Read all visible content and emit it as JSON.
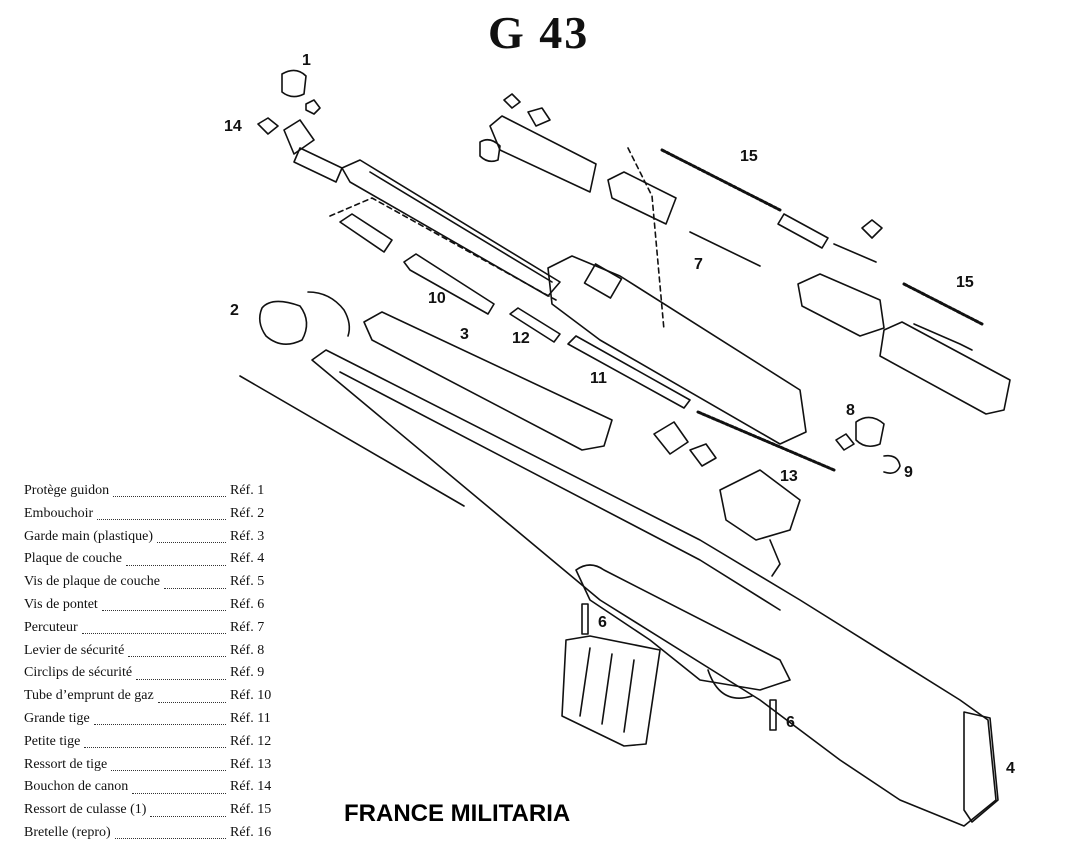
{
  "title": "G 43",
  "brand": "FRANCE MILITARIA",
  "callouts": [
    "1",
    "14",
    "15",
    "7",
    "15",
    "2",
    "10",
    "3",
    "12",
    "11",
    "8",
    "13",
    "9",
    "6",
    "6",
    "4"
  ],
  "legend": [
    {
      "name": "Protège guidon",
      "ref": "Réf. 1"
    },
    {
      "name": "Embouchoir",
      "ref": "Réf. 2"
    },
    {
      "name": "Garde main (plastique)",
      "ref": "Réf. 3"
    },
    {
      "name": "Plaque de couche",
      "ref": "Réf. 4"
    },
    {
      "name": "Vis de plaque de couche",
      "ref": "Réf. 5"
    },
    {
      "name": "Vis de pontet",
      "ref": "Réf. 6"
    },
    {
      "name": "Percuteur",
      "ref": "Réf. 7"
    },
    {
      "name": "Levier de sécurité",
      "ref": "Réf. 8"
    },
    {
      "name": "Circlips de sécurité",
      "ref": "Réf. 9"
    },
    {
      "name": "Tube d’emprunt de gaz",
      "ref": "Réf. 10"
    },
    {
      "name": "Grande tige",
      "ref": "Réf. 11"
    },
    {
      "name": "Petite tige",
      "ref": "Réf. 12"
    },
    {
      "name": "Ressort de tige",
      "ref": "Réf. 13"
    },
    {
      "name": "Bouchon de canon",
      "ref": "Réf. 14"
    },
    {
      "name": "Ressort de culasse (1)",
      "ref": "Réf. 15"
    },
    {
      "name": "Bretelle (repro)",
      "ref": "Réf. 16"
    }
  ]
}
